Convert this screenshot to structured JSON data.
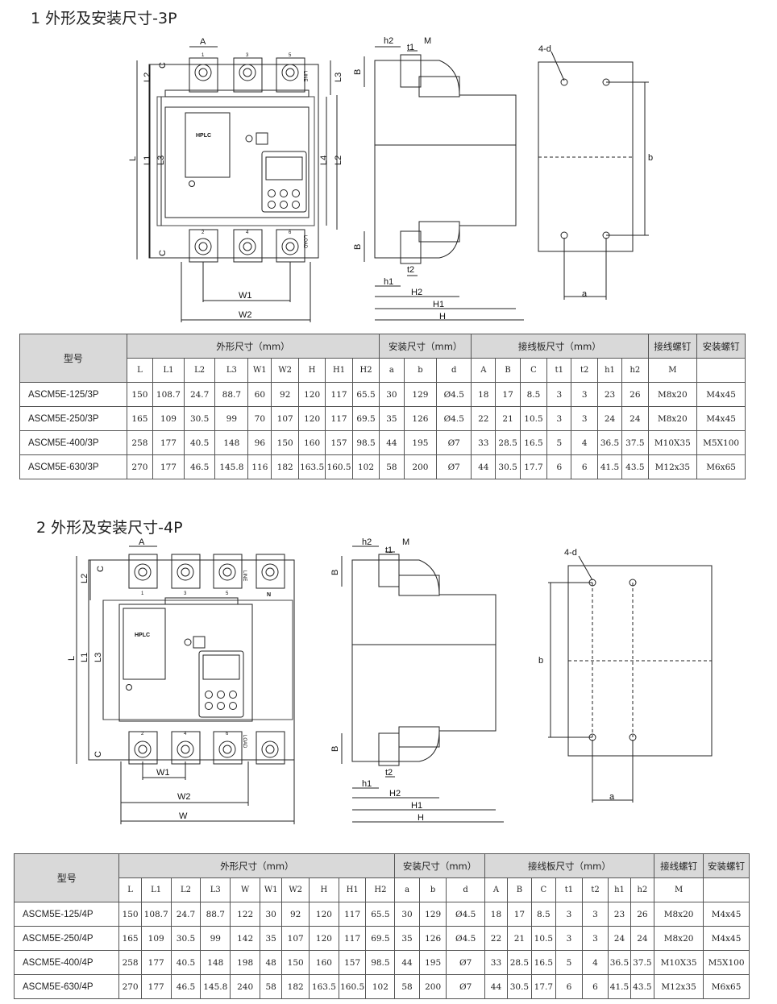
{
  "sections": [
    {
      "title": "1 外形及安装尺寸-3P",
      "front": {
        "brand": "HPLC",
        "poles_top": [
          "1",
          "3",
          "5"
        ],
        "poles_bottom": [
          "2",
          "4",
          "6"
        ],
        "line": "LINE",
        "load": "LOAD",
        "dims": [
          "A",
          "C",
          "L2",
          "L1",
          "L3",
          "L",
          "L4",
          "L2",
          "L3",
          "C",
          "W1",
          "W2"
        ]
      },
      "side": {
        "dims": [
          "h2",
          "t1",
          "M",
          "B",
          "B",
          "t2",
          "h1",
          "H2",
          "H1",
          "H"
        ]
      },
      "mount": {
        "dims": [
          "4-d",
          "b",
          "a"
        ]
      },
      "table": {
        "group_headers": {
          "model": "型号",
          "outline": "外形尺寸（mm）",
          "install": "安装尺寸（mm）",
          "plate": "接线板尺寸（mm）",
          "wiring_screw": "接线螺钉",
          "install_screw": "安装螺钉"
        },
        "columns": [
          "L",
          "L1",
          "L2",
          "L3",
          "W1",
          "W2",
          "H",
          "H1",
          "H2",
          "a",
          "b",
          "d",
          "A",
          "B",
          "C",
          "t1",
          "t2",
          "h1",
          "h2",
          "M",
          ""
        ],
        "rows": [
          [
            "ASCM5E-125/3P",
            "150",
            "108.7",
            "24.7",
            "88.7",
            "60",
            "92",
            "120",
            "117",
            "65.5",
            "30",
            "129",
            "Ø4.5",
            "18",
            "17",
            "8.5",
            "3",
            "3",
            "23",
            "26",
            "M8x20",
            "M4x45"
          ],
          [
            "ASCM5E-250/3P",
            "165",
            "109",
            "30.5",
            "99",
            "70",
            "107",
            "120",
            "117",
            "69.5",
            "35",
            "126",
            "Ø4.5",
            "22",
            "21",
            "10.5",
            "3",
            "3",
            "24",
            "24",
            "M8x20",
            "M4x45"
          ],
          [
            "ASCM5E-400/3P",
            "258",
            "177",
            "40.5",
            "148",
            "96",
            "150",
            "160",
            "157",
            "98.5",
            "44",
            "195",
            "Ø7",
            "33",
            "28.5",
            "16.5",
            "5",
            "4",
            "36.5",
            "37.5",
            "M10X35",
            "M5X100"
          ],
          [
            "ASCM5E-630/3P",
            "270",
            "177",
            "46.5",
            "145.8",
            "116",
            "182",
            "163.5",
            "160.5",
            "102",
            "58",
            "200",
            "Ø7",
            "44",
            "30.5",
            "17.7",
            "6",
            "6",
            "41.5",
            "43.5",
            "M12x35",
            "M6x65"
          ]
        ]
      }
    },
    {
      "title": "2 外形及安装尺寸-4P",
      "front": {
        "brand": "HPLC",
        "poles_top": [
          "1",
          "3",
          "5"
        ],
        "poles_bottom": [
          "2",
          "4",
          "6"
        ],
        "line": "LINE",
        "load": "LOAD",
        "neutral": "N",
        "dims": [
          "A",
          "C",
          "L2",
          "L",
          "L1",
          "L3",
          "C",
          "W1",
          "W2",
          "W"
        ]
      },
      "side": {
        "dims": [
          "h2",
          "t1",
          "M",
          "B",
          "B",
          "t2",
          "h1",
          "H2",
          "H1",
          "H"
        ]
      },
      "mount": {
        "dims": [
          "4-d",
          "b",
          "a"
        ]
      },
      "table": {
        "group_headers": {
          "model": "型号",
          "outline": "外形尺寸（mm）",
          "install": "安装尺寸（mm）",
          "plate": "接线板尺寸（mm）",
          "wiring_screw": "接线螺钉",
          "install_screw": "安装螺钉"
        },
        "columns": [
          "L",
          "L1",
          "L2",
          "L3",
          "W",
          "W1",
          "W2",
          "H",
          "H1",
          "H2",
          "a",
          "b",
          "d",
          "A",
          "B",
          "C",
          "t1",
          "t2",
          "h1",
          "h2",
          "M",
          ""
        ],
        "rows": [
          [
            "ASCM5E-125/4P",
            "150",
            "108.7",
            "24.7",
            "88.7",
            "122",
            "30",
            "92",
            "120",
            "117",
            "65.5",
            "30",
            "129",
            "Ø4.5",
            "18",
            "17",
            "8.5",
            "3",
            "3",
            "23",
            "26",
            "M8x20",
            "M4x45"
          ],
          [
            "ASCM5E-250/4P",
            "165",
            "109",
            "30.5",
            "99",
            "142",
            "35",
            "107",
            "120",
            "117",
            "69.5",
            "35",
            "126",
            "Ø4.5",
            "22",
            "21",
            "10.5",
            "3",
            "3",
            "24",
            "24",
            "M8x20",
            "M4x45"
          ],
          [
            "ASCM5E-400/4P",
            "258",
            "177",
            "40.5",
            "148",
            "198",
            "48",
            "150",
            "160",
            "157",
            "98.5",
            "44",
            "195",
            "Ø7",
            "33",
            "28.5",
            "16.5",
            "5",
            "4",
            "36.5",
            "37.5",
            "M10X35",
            "M5X100"
          ],
          [
            "ASCM5E-630/4P",
            "270",
            "177",
            "46.5",
            "145.8",
            "240",
            "58",
            "182",
            "163.5",
            "160.5",
            "102",
            "58",
            "200",
            "Ø7",
            "44",
            "30.5",
            "17.7",
            "6",
            "6",
            "41.5",
            "43.5",
            "M12x35",
            "M6x65"
          ]
        ]
      }
    }
  ]
}
